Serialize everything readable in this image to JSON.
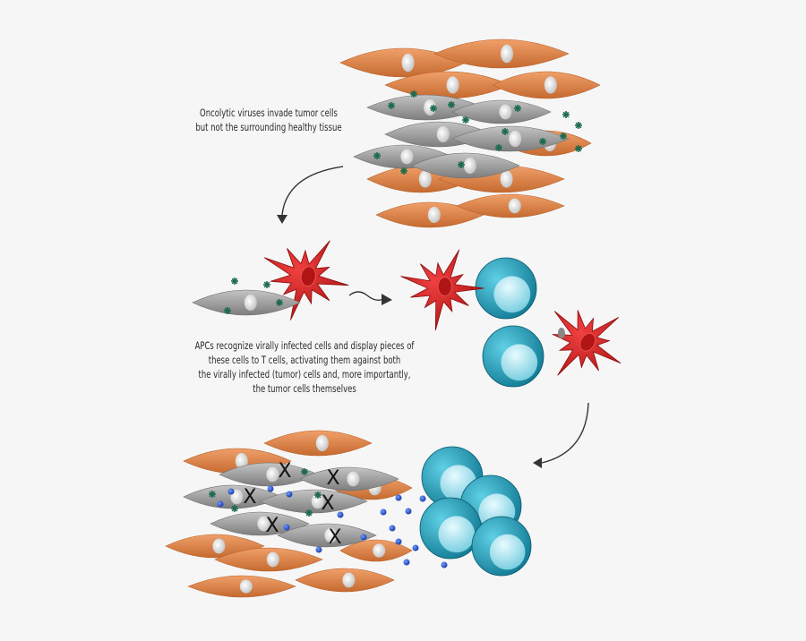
{
  "captions": {
    "step1_line1": "Oncolytic viruses invade tumor cells",
    "step1_line2": "but not the surrounding healthy tissue",
    "step2_line1": "APCs recognize virally infected cells and display pieces of",
    "step2_line2": "these cells to T cells, activating them against both",
    "step2_line3": "the virally infected (tumor) cells and, more importantly,",
    "step2_line4": "the tumor cells themselves"
  },
  "colors": {
    "healthy_cell": "#d9804a",
    "tumor_cell": "#9c9c9c",
    "virus": "#1e6b4e",
    "apc": "#d42020",
    "t_cell": "#1b9fb8",
    "cytokine": "#1f4fc8",
    "arrow": "#333333"
  },
  "dead_cell_mark": "X"
}
